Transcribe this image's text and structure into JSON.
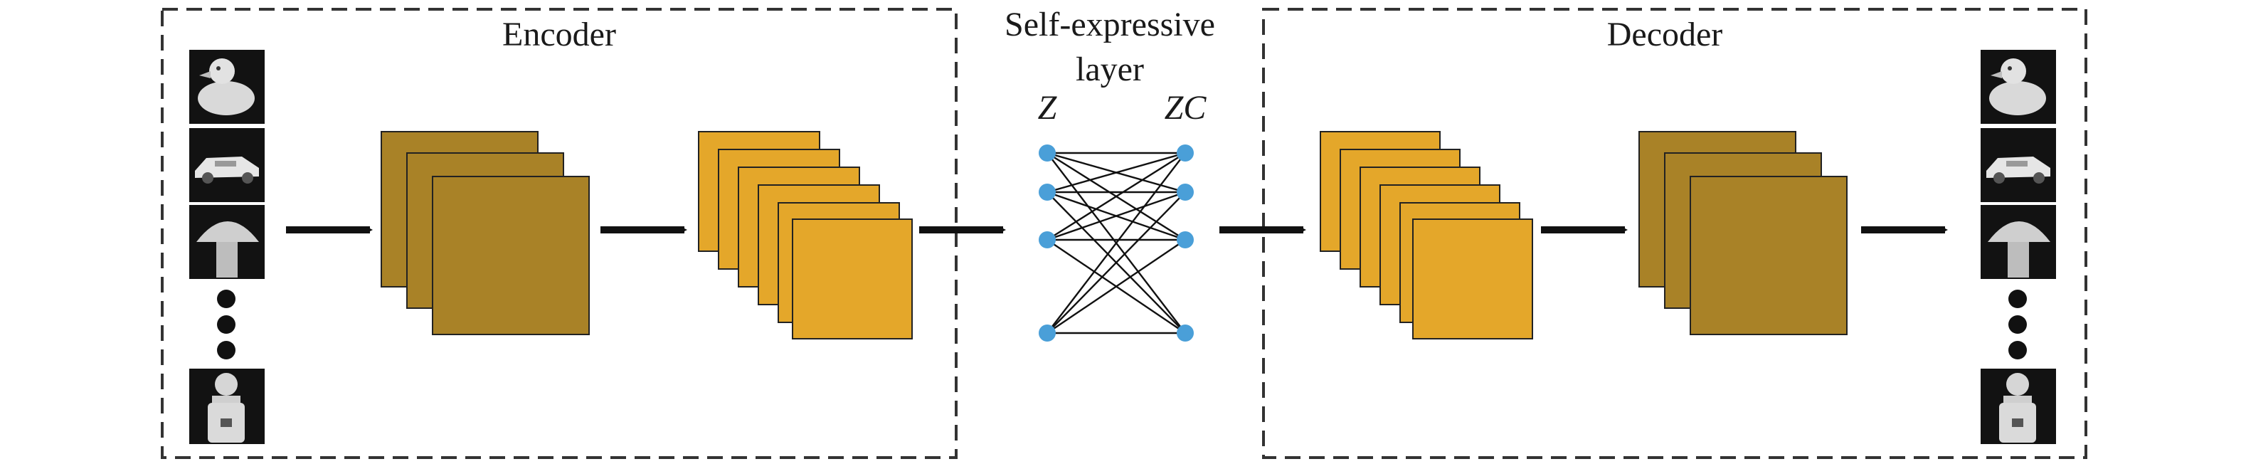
{
  "encoder": {
    "title": "Encoder"
  },
  "decoder": {
    "title": "Decoder"
  },
  "self_expressive": {
    "title_line1": "Self-expressive",
    "title_line2": "layer",
    "left_label": "Z",
    "right_label": "ZC"
  },
  "inputs": {
    "images": [
      "duck-toy-image",
      "toy-car-image",
      "mushroom-object-image",
      "bottle-figure-image"
    ],
    "has_ellipsis": true
  },
  "outputs": {
    "images": [
      "duck-toy-image",
      "toy-car-image",
      "mushroom-object-image",
      "bottle-figure-image"
    ],
    "has_ellipsis": true
  },
  "colors": {
    "dark_feature_map": "#a98227",
    "light_feature_map": "#e4a72a",
    "node": "#4a9fd8",
    "arrow": "#111111",
    "dashed_border": "#333333",
    "image_bg": "#121212"
  }
}
